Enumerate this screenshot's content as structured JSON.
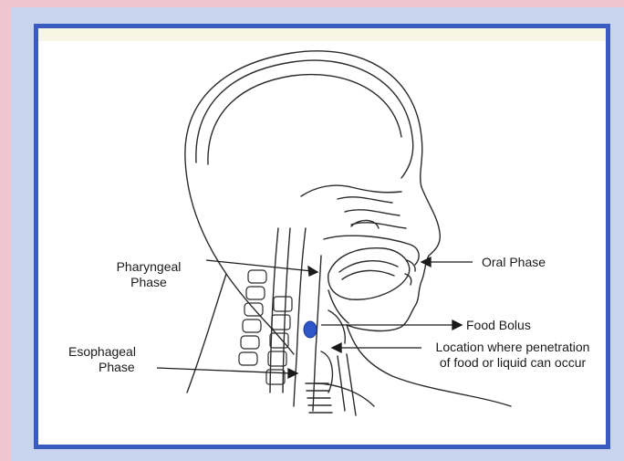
{
  "colors": {
    "frame_border": "#3a5bbf",
    "background": "#c9d4ee",
    "accent_edge": "#efc6d0",
    "bolus": "#2f56c9"
  },
  "labels": {
    "pharyngeal_line1": "Pharyngeal",
    "pharyngeal_line2": "Phase",
    "oral_phase": "Oral Phase",
    "food_bolus": "Food Bolus",
    "esophageal_line1": "Esophageal",
    "esophageal_line2": "Phase",
    "penetration_line1": "Location where penetration",
    "penetration_line2": "of food or liquid can occur"
  }
}
